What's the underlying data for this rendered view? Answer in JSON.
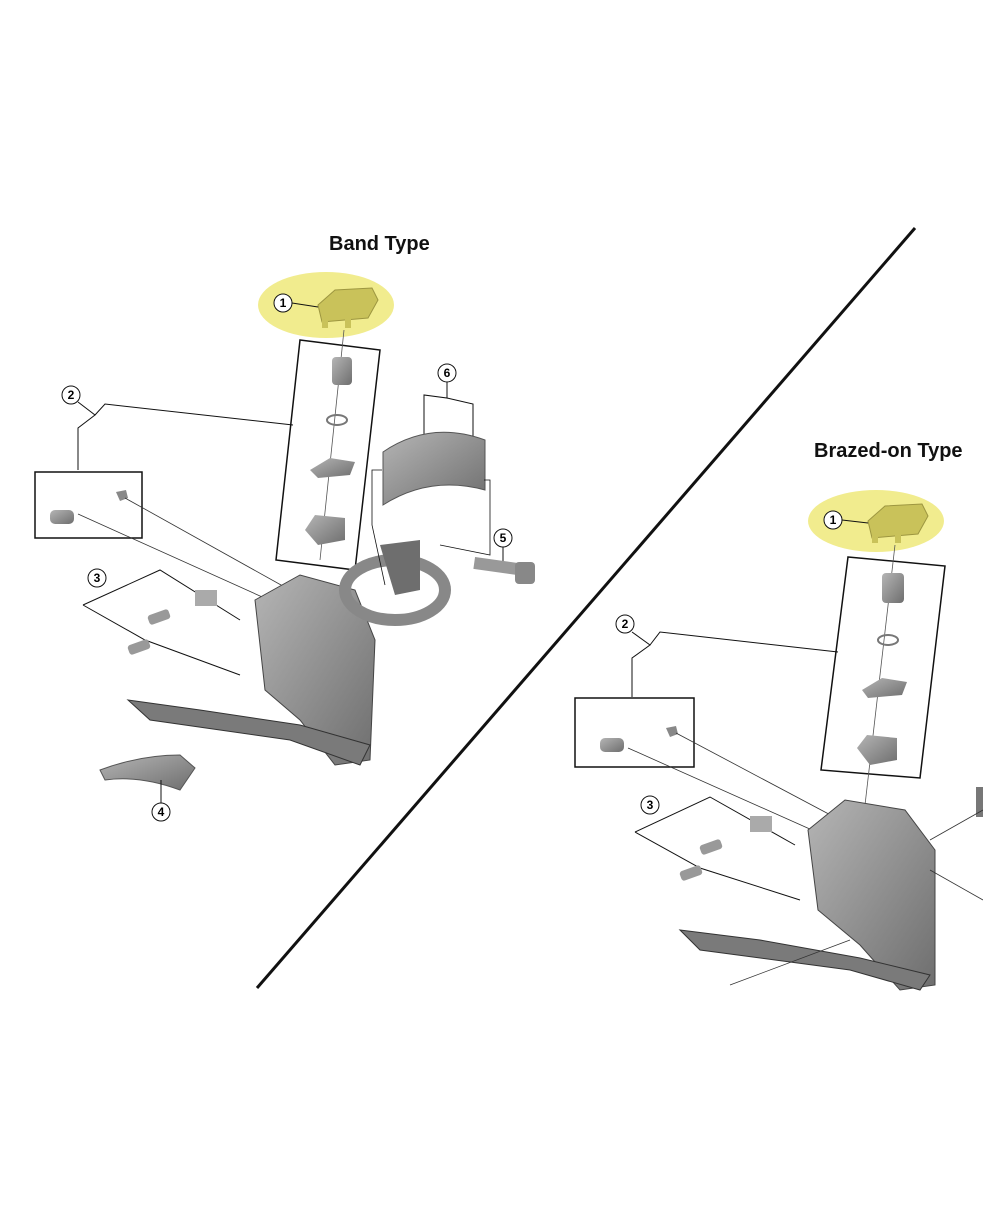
{
  "titles": {
    "band": "Band Type",
    "brazed": "Brazed-on Type"
  },
  "callouts": {
    "band": [
      "1",
      "2",
      "3",
      "4",
      "6",
      "5"
    ],
    "brazed": [
      "1",
      "2",
      "3"
    ]
  },
  "colors": {
    "highlight": "#f1ec8e",
    "part_yellow": "#c9c25a",
    "part_gray": "#8c8c8c",
    "line": "#111111"
  }
}
